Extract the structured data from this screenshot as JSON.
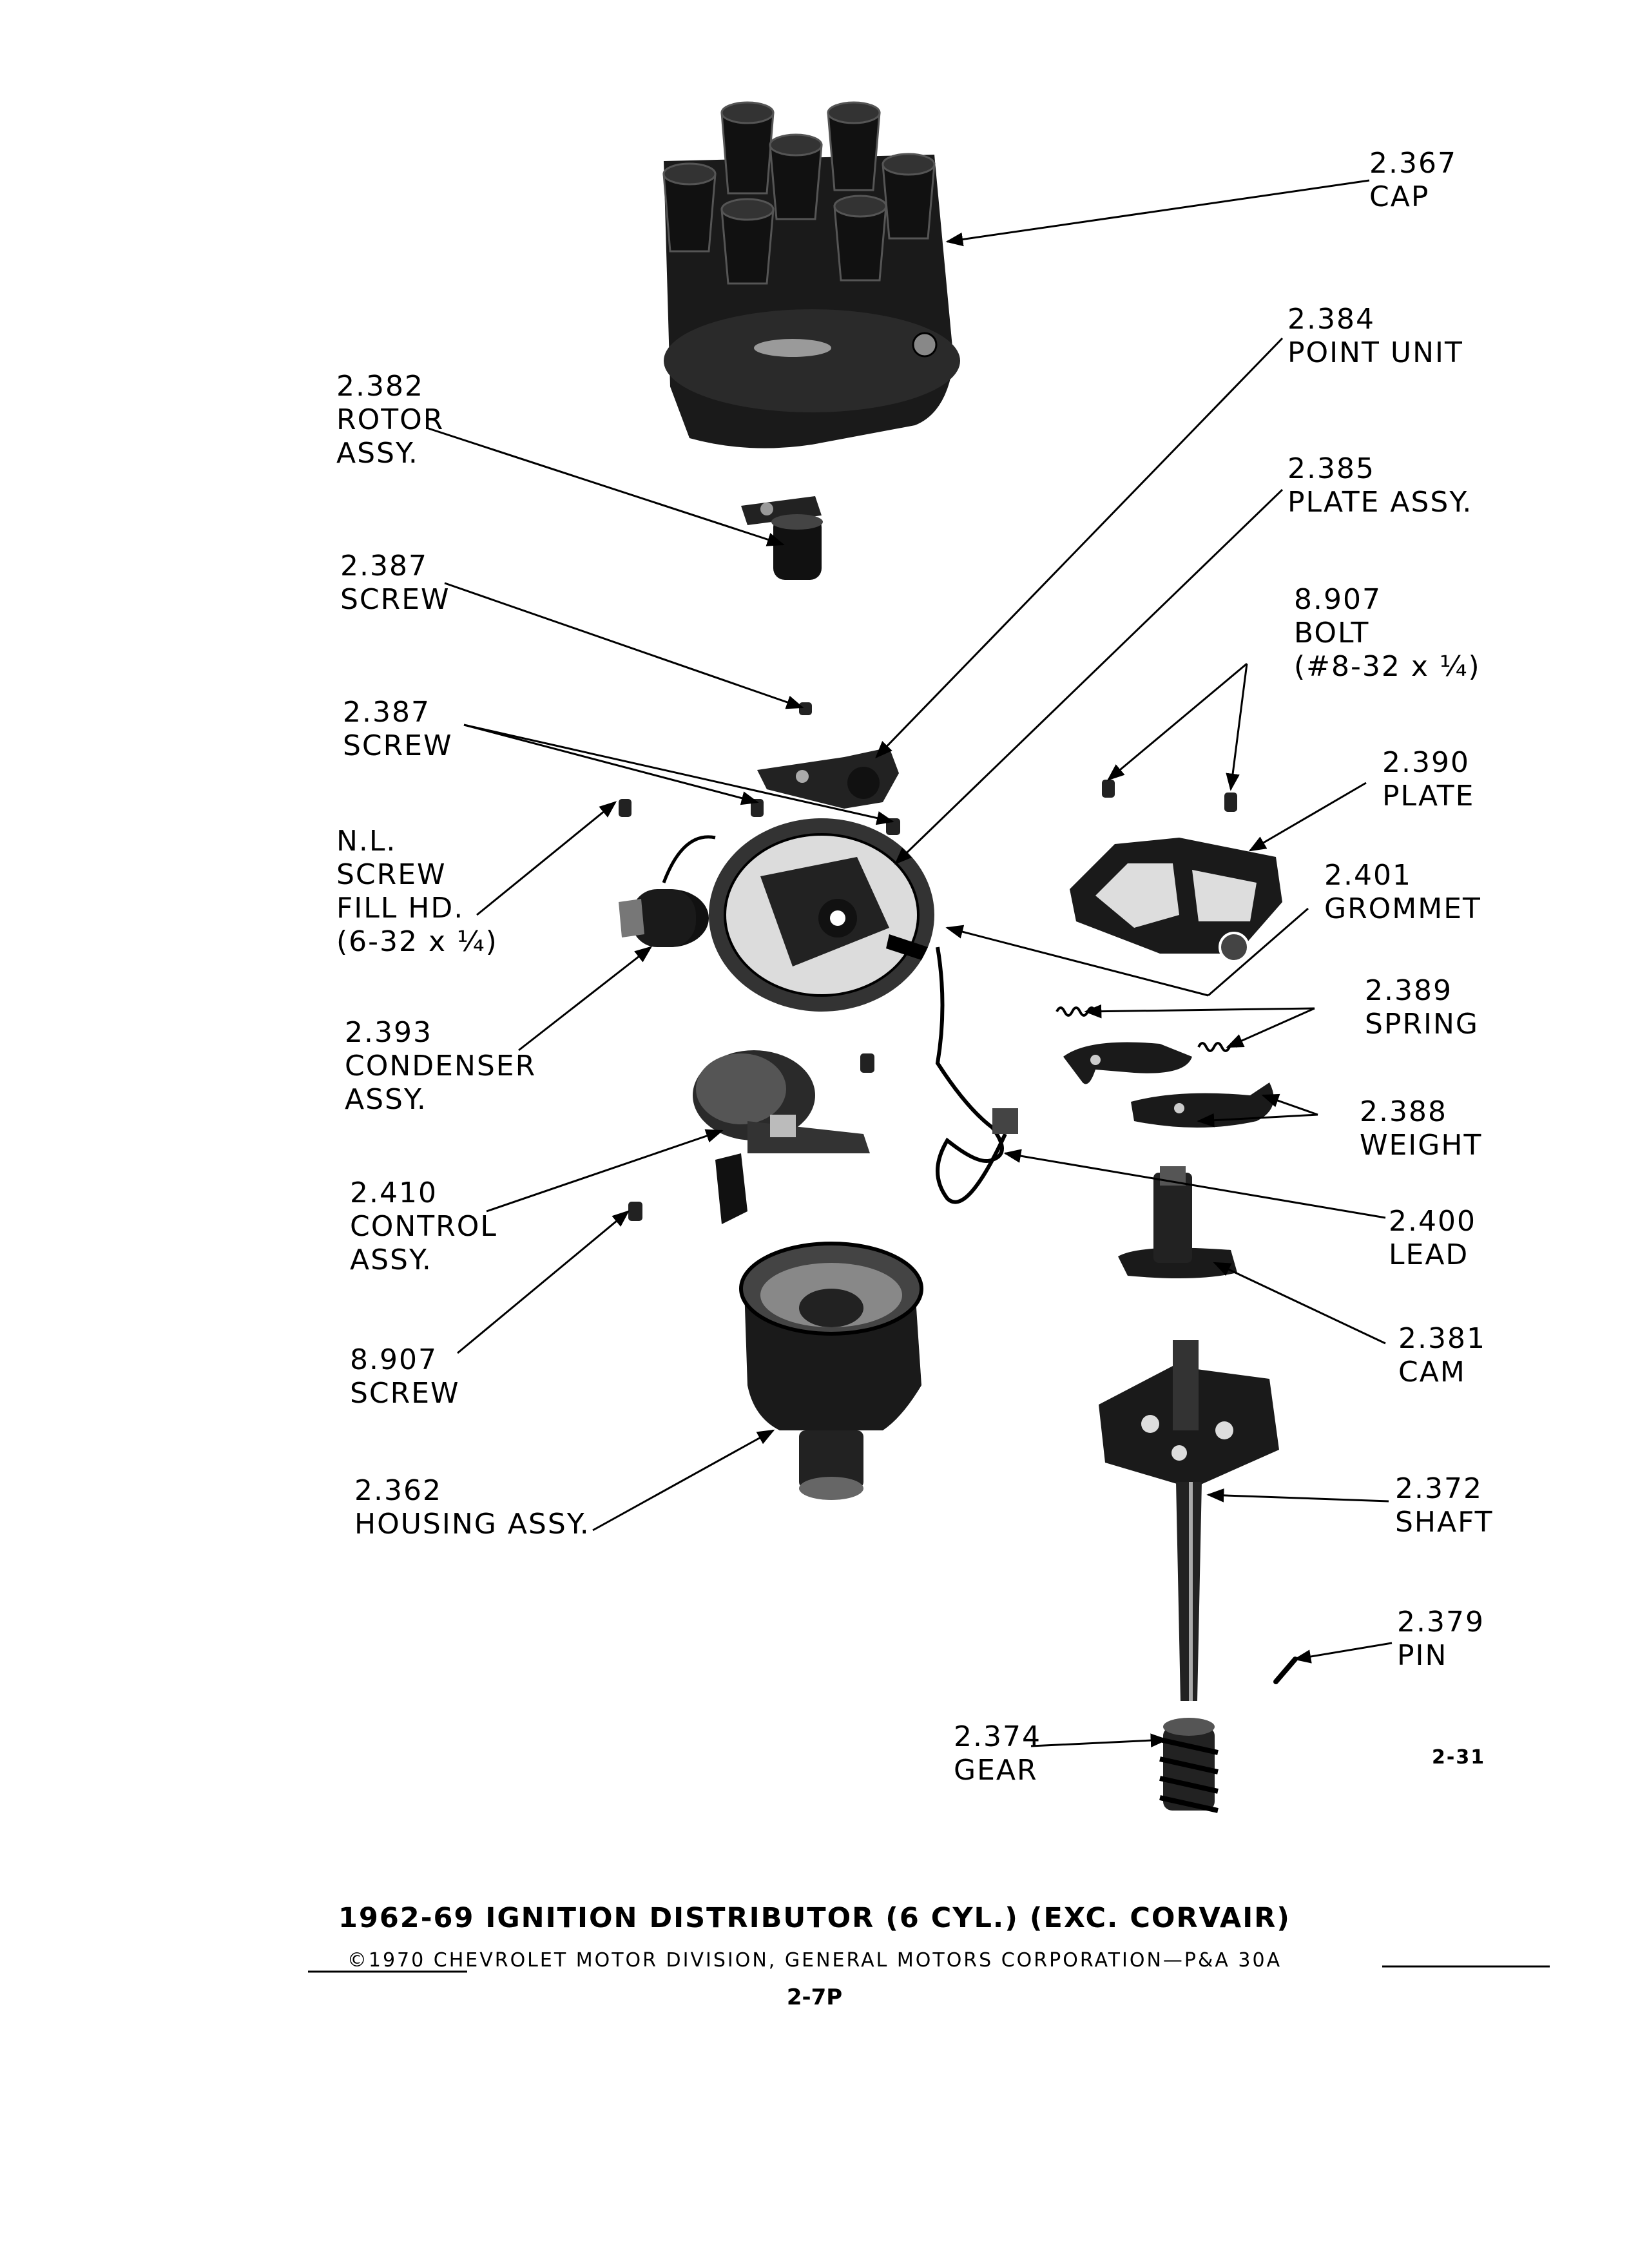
{
  "labels": {
    "cap": [
      "2.367",
      "CAP"
    ],
    "rotor": [
      "2.382",
      "ROTOR",
      "ASSY."
    ],
    "point_unit": [
      "2.384",
      "POINT UNIT"
    ],
    "plate_assy": [
      "2.385",
      "PLATE ASSY."
    ],
    "screw_a": [
      "2.387",
      "SCREW"
    ],
    "bolt": [
      "8.907",
      "BOLT",
      "(#8-32 x ¼)"
    ],
    "screw_b": [
      "2.387",
      "SCREW"
    ],
    "plate": [
      "2.390",
      "PLATE"
    ],
    "nl_screw": [
      "N.L.",
      "SCREW",
      "FILL HD.",
      "(6-32 x ¼)"
    ],
    "grommet": [
      "2.401",
      "GROMMET"
    ],
    "spring": [
      "2.389",
      "SPRING"
    ],
    "condenser": [
      "2.393",
      "CONDENSER",
      "ASSY."
    ],
    "weight": [
      "2.388",
      "WEIGHT"
    ],
    "control": [
      "2.410",
      "CONTROL",
      "ASSY."
    ],
    "lead": [
      "2.400",
      "LEAD"
    ],
    "screw_c": [
      "8.907",
      "SCREW"
    ],
    "cam": [
      "2.381",
      "CAM"
    ],
    "housing": [
      "2.362",
      "HOUSING ASSY."
    ],
    "shaft": [
      "2.372",
      "SHAFT"
    ],
    "pin": [
      "2.379",
      "PIN"
    ],
    "gear": [
      "2.374",
      "GEAR"
    ]
  },
  "figure_number": "2-31",
  "title": "1962-69 IGNITION DISTRIBUTOR (6 CYL.) (EXC. CORVAIR)",
  "copyright": "©1970 CHEVROLET MOTOR DIVISION, GENERAL MOTORS CORPORATION—P&A 30A",
  "page_number": "2-7P"
}
